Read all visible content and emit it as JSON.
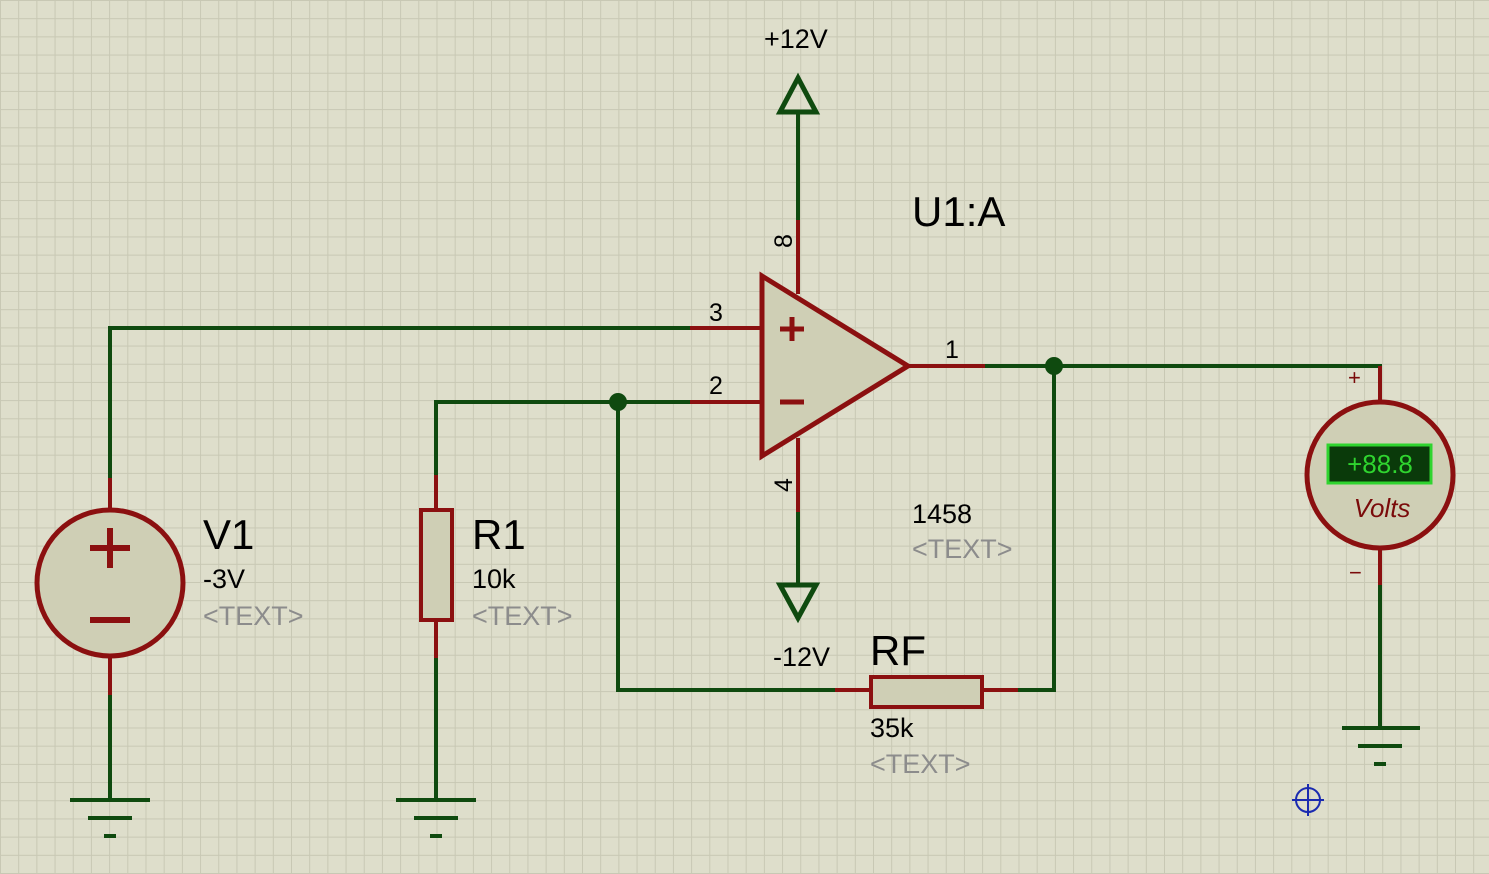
{
  "power": {
    "positive_rail": "+12V",
    "negative_rail": "-12V"
  },
  "opamp": {
    "designator": "U1:A",
    "part": "1458",
    "text_placeholder": "<TEXT>",
    "pins": {
      "noninverting": "3",
      "inverting": "2",
      "output": "1",
      "vcc": "8",
      "vee": "4"
    }
  },
  "source": {
    "designator": "V1",
    "value": "-3V",
    "text_placeholder": "<TEXT>"
  },
  "r1": {
    "designator": "R1",
    "value": "10k",
    "text_placeholder": "<TEXT>"
  },
  "rf": {
    "designator": "RF",
    "value": "35k",
    "text_placeholder": "<TEXT>"
  },
  "voltmeter": {
    "reading": "+88.8",
    "unit": "Volts",
    "plus": "+",
    "minus": "−"
  },
  "colors": {
    "wire": "#0f4a0f",
    "component": "#8b1010",
    "body_fill": "#cfcfb5",
    "meter_display": "#0a3a0a"
  }
}
